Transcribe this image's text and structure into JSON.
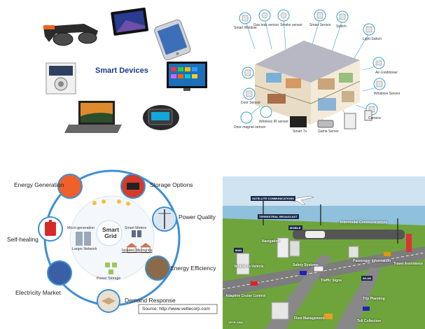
{
  "devices": {
    "title": "Smart Devices"
  },
  "home": {
    "labels": [
      "Smart Window",
      "Gas leak sensor",
      "Smoke sensor",
      "Smart Sensor",
      "Switch",
      "Light Switch",
      "Air conditioner",
      "Windows Sensor",
      "Camera",
      "Smart Tv",
      "Game Server",
      "Door Sensor",
      "Wireless IR sensor",
      "Door magnet sensor"
    ]
  },
  "grid": {
    "center_title": "Smart Grid",
    "outer": {
      "energy_generation": "Energy Generation",
      "storage_options": "Storage Options",
      "power_quality": "Power Quality",
      "energy_efficiency": "Energy Efficiency",
      "demand_response": "Demand Response",
      "electricity_market": "Electricity Market",
      "self_healing": "Self-healing"
    },
    "inner": {
      "micro_generation": "Micro-generation",
      "smart_meters": "Smart Meters",
      "larger_network": "Larger Network",
      "isolated_microgrids": "Isolated Microgrids",
      "power_storage": "Power Storage"
    },
    "source": "Source: http://www.vettecorp.com"
  },
  "city": {
    "labels": {
      "satellite": "SATELLITE COMMUNICATIONS",
      "terrestrial": "TERRESTRIAL BROADCAST",
      "mobile": "MOBILE",
      "intermodal": "Intermodal Communications",
      "navigation": "Navigation",
      "man": "MAN",
      "vehicle_to_vehicle": "Vehicle-to-Vehicle",
      "safety_systems": "Safety Systems",
      "passenger_information": "Passenger Information",
      "travel_assistance": "Travel Assistance",
      "traffic_signs": "Traffic Signs",
      "wlan": "WLAN",
      "adaptive_cruise": "Adaptive Cruise Control",
      "trip_planning": "Trip Planning",
      "fleet_management": "Fleet Management",
      "toll_collection": "Toll Collection",
      "vetr": "VETR GSM"
    }
  }
}
